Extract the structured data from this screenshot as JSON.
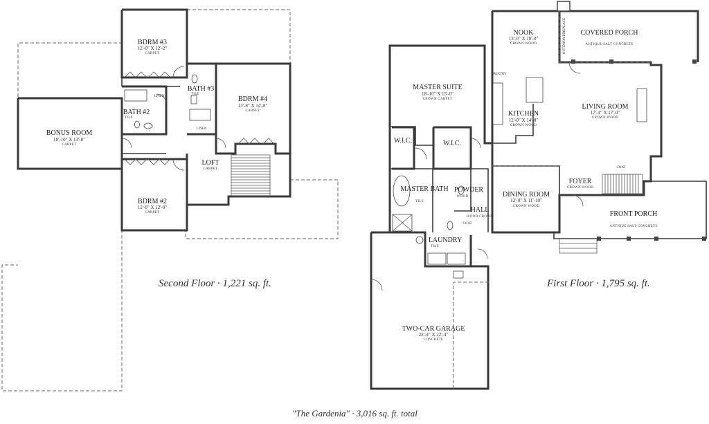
{
  "plan_title": "\"The Gardenia\" · 3,016 sq. ft. total",
  "second_floor": {
    "caption": "Second Floor · 1,221 sq. ft.",
    "rooms": [
      {
        "key": "bdrm3",
        "name": "BDRM #3",
        "dims": "12'-0\" X 12'-2\"",
        "finish": "CARPET"
      },
      {
        "key": "bath3",
        "name": "BATH #3",
        "dims": "",
        "finish": "TILE"
      },
      {
        "key": "bdrm4",
        "name": "BDRM #4",
        "dims": "13'-8\" X 14'-8\"",
        "finish": "CARPET"
      },
      {
        "key": "bath2",
        "name": "BATH #2",
        "dims": "",
        "finish": "TILE"
      },
      {
        "key": "bonus",
        "name": "BONUS ROOM",
        "dims": "18'-10\" X 13'-0\"",
        "finish": "CARPET"
      },
      {
        "key": "loft",
        "name": "LOFT",
        "dims": "",
        "finish": "CARPET"
      },
      {
        "key": "bdrm2",
        "name": "BDRM #2",
        "dims": "12'-0\" X 12'-0\"",
        "finish": "CARPET"
      }
    ],
    "labels": {
      "linen_a": "LINEN",
      "linen_b": "LINEN"
    }
  },
  "first_floor": {
    "caption": "First Floor · 1,795 sq. ft.",
    "rooms": [
      {
        "key": "nook",
        "name": "NOOK",
        "dims": "13'-0\" X 10'-0\"",
        "finish": "CROWN WOOD"
      },
      {
        "key": "covered_porch",
        "name": "COVERED PORCH",
        "dims": "",
        "finish": "ANTIQUE SALT CONCRETE"
      },
      {
        "key": "master_suite",
        "name": "MASTER SUITE",
        "dims": "18'-10\" X 15'-0\"",
        "finish": "CROWN CARPET"
      },
      {
        "key": "kitchen",
        "name": "KITCHEN",
        "dims": "12'-0\" X 14'-8\"",
        "finish": "CROWN WOOD"
      },
      {
        "key": "living",
        "name": "LIVING ROOM",
        "dims": "17'-4\" X 17'-0\"",
        "finish": "CROWN WOOD"
      },
      {
        "key": "wic_a",
        "name": "W.I.C.",
        "dims": "",
        "finish": ""
      },
      {
        "key": "wic_b",
        "name": "W.I.C.",
        "dims": "",
        "finish": ""
      },
      {
        "key": "master_bath",
        "name": "MASTER BATH",
        "dims": "",
        "finish": "TILE"
      },
      {
        "key": "powder",
        "name": "POWDER",
        "dims": "",
        "finish": "WOOD"
      },
      {
        "key": "hall",
        "name": "HALL",
        "dims": "",
        "finish": "WOOD CROWN"
      },
      {
        "key": "dining",
        "name": "DINING ROOM",
        "dims": "12'-0\" X 11'-10\"",
        "finish": "CROWN WOOD"
      },
      {
        "key": "foyer",
        "name": "FOYER",
        "dims": "",
        "finish": "CROWN WOOD"
      },
      {
        "key": "front_porch",
        "name": "FRONT PORCH",
        "dims": "",
        "finish": "ANTIQUE SALT CONCRETE"
      },
      {
        "key": "laundry",
        "name": "LAUNDRY",
        "dims": "",
        "finish": "TILE"
      },
      {
        "key": "garage",
        "name": "TWO-CAR GARAGE",
        "dims": "22'-4\" X 22'-4\"",
        "finish": "CONCRETE"
      }
    ],
    "labels": {
      "pantry": "PANTRY",
      "coat_a": "COAT",
      "coat_b": "COAT",
      "outdoor_fireplace": "OUTDOOR FIREPLACE"
    }
  }
}
